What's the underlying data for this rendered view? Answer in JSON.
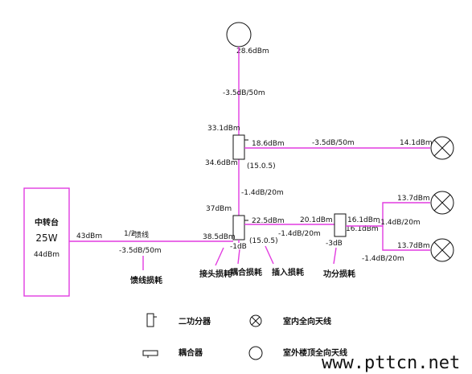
{
  "repeater": {
    "name": "中转台",
    "power": "25W",
    "dbm": "44dBm"
  },
  "cable": {
    "type_fraction": "1/2",
    "type_suffix": "\"馈线",
    "in_level": "43dBm",
    "loss_rate": "-3.5dB/50m",
    "loss_label": "馈线损耗"
  },
  "top_antenna": {
    "level": "28.6dBm"
  },
  "vertical_upper": {
    "loss": "-3.5dB/50m"
  },
  "coupler1": {
    "in": "33.1dBm",
    "coupled": "18.6dBm",
    "through": "34.6dBm",
    "spec": "(15.0.5)"
  },
  "branch1": {
    "loss": "-3.5dB/50m",
    "end": "14.1dBm"
  },
  "vertical_mid": {
    "loss": "-1.4dB/20m"
  },
  "coupler2": {
    "in": "37dBm",
    "coupled": "22.5dBm",
    "through": "38.5dBm",
    "loss": "-1dB",
    "spec": "(15.0.5)"
  },
  "branch2": {
    "in": "20.1dBm",
    "loss": "-1.4dB/20m"
  },
  "splitter": {
    "out_upper": "16.1dBm",
    "out_lower": "16.1dBm",
    "loss": "-3dB"
  },
  "ant_upper": {
    "level": "13.7dBm",
    "loss": "-1.4dB/20m"
  },
  "ant_lower": {
    "level": "13.7dBm",
    "loss": "-1.4dB/20m"
  },
  "annotations": {
    "joint": "接头损耗",
    "coupling": "耦合损耗",
    "insertion": "插入损耗",
    "split": "功分损耗"
  },
  "legend": {
    "splitter": "二功分器",
    "indoor": "室内全向天线",
    "coupler": "耦合器",
    "outdoor": "室外楼顶全向天线"
  },
  "watermark": "www.pttcn.net",
  "colors": {
    "line": "#e23ce0",
    "text": "#111111"
  }
}
